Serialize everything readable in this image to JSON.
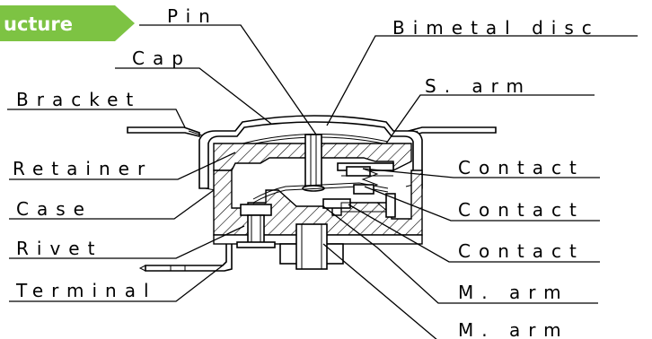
{
  "banner": {
    "text": "ucture",
    "color": "#7dc343"
  },
  "labels": {
    "pin": "Pin",
    "bimetal_disc": "Bimetal disc",
    "cap": "Cap",
    "s_arm": "S. arm",
    "bracket": "Bracket",
    "retainer": "Retainer",
    "contact_1": "Contact",
    "case": "Case",
    "contact_2": "Contact",
    "rivet": "Rivet",
    "contact_3": "Contact",
    "terminal": "Terminal",
    "m_arm_1": "M. arm",
    "m_arm_2": "M. arm"
  }
}
